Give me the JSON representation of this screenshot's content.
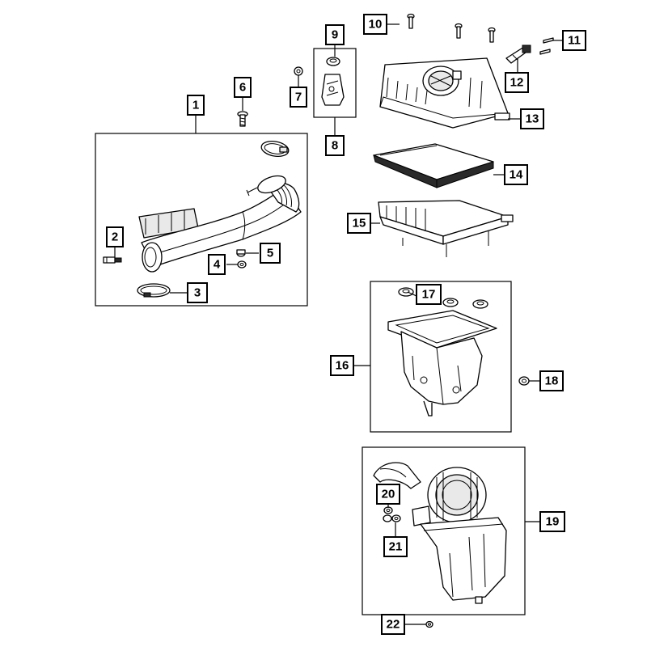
{
  "callouts": [
    {
      "id": "1",
      "label": "1"
    },
    {
      "id": "2",
      "label": "2"
    },
    {
      "id": "3",
      "label": "3"
    },
    {
      "id": "4",
      "label": "4"
    },
    {
      "id": "5",
      "label": "5"
    },
    {
      "id": "6",
      "label": "6"
    },
    {
      "id": "7",
      "label": "7"
    },
    {
      "id": "8",
      "label": "8"
    },
    {
      "id": "9",
      "label": "9"
    },
    {
      "id": "10",
      "label": "10"
    },
    {
      "id": "11",
      "label": "11"
    },
    {
      "id": "12",
      "label": "12"
    },
    {
      "id": "13",
      "label": "13"
    },
    {
      "id": "14",
      "label": "14"
    },
    {
      "id": "15",
      "label": "15"
    },
    {
      "id": "16",
      "label": "16"
    },
    {
      "id": "17",
      "label": "17"
    },
    {
      "id": "18",
      "label": "18"
    },
    {
      "id": "19",
      "label": "19"
    },
    {
      "id": "20",
      "label": "20"
    },
    {
      "id": "21",
      "label": "21"
    },
    {
      "id": "22",
      "label": "22"
    }
  ],
  "colors": {
    "line": "#000000",
    "background": "#ffffff",
    "shading": "#e9e9e9"
  }
}
